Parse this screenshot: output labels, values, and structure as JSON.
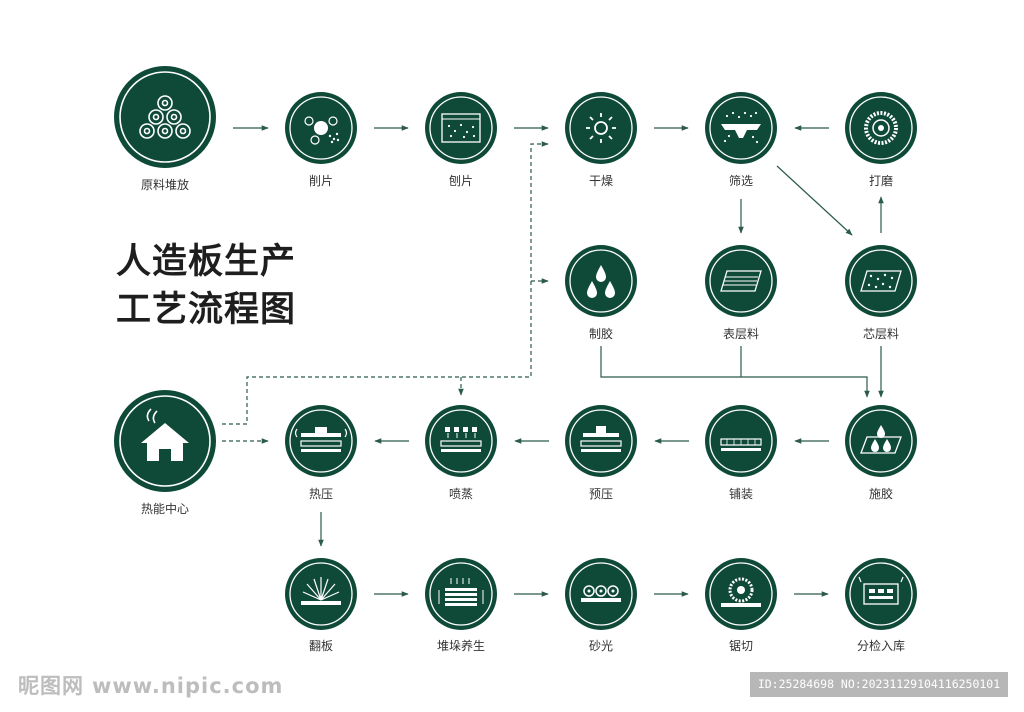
{
  "title_lines": [
    "人造板生产",
    "工艺流程图"
  ],
  "nodes": [
    {
      "id": "raw",
      "label": "原料堆放",
      "icon": "log-pile-icon"
    },
    {
      "id": "chip",
      "label": "削片",
      "icon": "chipper-icon"
    },
    {
      "id": "flake",
      "label": "刨片",
      "icon": "flaker-icon"
    },
    {
      "id": "dry",
      "label": "干燥",
      "icon": "sun-icon"
    },
    {
      "id": "screen",
      "label": "筛选",
      "icon": "screen-icon"
    },
    {
      "id": "grind",
      "label": "打磨",
      "icon": "grinding-disc-icon"
    },
    {
      "id": "glue",
      "label": "制胶",
      "icon": "glue-drops-icon"
    },
    {
      "id": "surface",
      "label": "表层料",
      "icon": "surface-material-icon"
    },
    {
      "id": "core",
      "label": "芯层料",
      "icon": "core-material-icon"
    },
    {
      "id": "heat",
      "label": "热能中心",
      "icon": "house-icon"
    },
    {
      "id": "hotpress",
      "label": "热压",
      "icon": "hot-press-icon"
    },
    {
      "id": "steam",
      "label": "喷蒸",
      "icon": "steam-icon"
    },
    {
      "id": "prepress",
      "label": "预压",
      "icon": "pre-press-icon"
    },
    {
      "id": "form",
      "label": "铺装",
      "icon": "forming-icon"
    },
    {
      "id": "apply",
      "label": "施胶",
      "icon": "glue-apply-icon"
    },
    {
      "id": "turn",
      "label": "翻板",
      "icon": "board-turner-icon"
    },
    {
      "id": "stack",
      "label": "堆垛养生",
      "icon": "stacking-icon"
    },
    {
      "id": "sand",
      "label": "砂光",
      "icon": "sanding-icon"
    },
    {
      "id": "saw",
      "label": "锯切",
      "icon": "saw-blade-icon"
    },
    {
      "id": "grade",
      "label": "分检入库",
      "icon": "warehouse-icon"
    }
  ],
  "connections": [
    {
      "from": "原料堆放",
      "to": "削片",
      "style": "solid"
    },
    {
      "from": "削片",
      "to": "刨片",
      "style": "solid"
    },
    {
      "from": "刨片",
      "to": "干燥",
      "style": "solid"
    },
    {
      "from": "干燥",
      "to": "筛选",
      "style": "solid"
    },
    {
      "from": "打磨",
      "to": "筛选",
      "style": "solid"
    },
    {
      "from": "筛选",
      "to": "表层料",
      "style": "solid"
    },
    {
      "from": "筛选",
      "to": "芯层料",
      "style": "solid"
    },
    {
      "from": "芯层料",
      "to": "打磨",
      "style": "solid"
    },
    {
      "from": "芯层料",
      "to": "施胶",
      "style": "solid"
    },
    {
      "from": "制胶",
      "to": "施胶",
      "style": "solid"
    },
    {
      "from": "表层料",
      "to": "施胶",
      "style": "solid"
    },
    {
      "from": "施胶",
      "to": "铺装",
      "style": "solid"
    },
    {
      "from": "铺装",
      "to": "预压",
      "style": "solid"
    },
    {
      "from": "预压",
      "to": "喷蒸",
      "style": "solid"
    },
    {
      "from": "喷蒸",
      "to": "热压",
      "style": "solid"
    },
    {
      "from": "热压",
      "to": "翻板",
      "style": "solid"
    },
    {
      "from": "翻板",
      "to": "堆垛养生",
      "style": "solid"
    },
    {
      "from": "堆垛养生",
      "to": "砂光",
      "style": "solid"
    },
    {
      "from": "砂光",
      "to": "锯切",
      "style": "solid"
    },
    {
      "from": "锯切",
      "to": "分检入库",
      "style": "solid"
    },
    {
      "from": "热能中心",
      "to": "热压",
      "style": "dashed"
    },
    {
      "from": "热能中心",
      "to": "干燥",
      "style": "dashed"
    },
    {
      "from": "热能中心",
      "to": "制胶",
      "style": "dashed"
    },
    {
      "from": "热能中心",
      "to": "喷蒸",
      "style": "dashed"
    }
  ],
  "colors": {
    "node_fill": "#0f4a38",
    "line": "#2b5b4b",
    "icon": "#ffffff"
  },
  "watermark": {
    "left_parts": [
      "昵图网",
      "www.nipic.com"
    ],
    "right": "ID:25284698 NO:20231129104116250101"
  }
}
